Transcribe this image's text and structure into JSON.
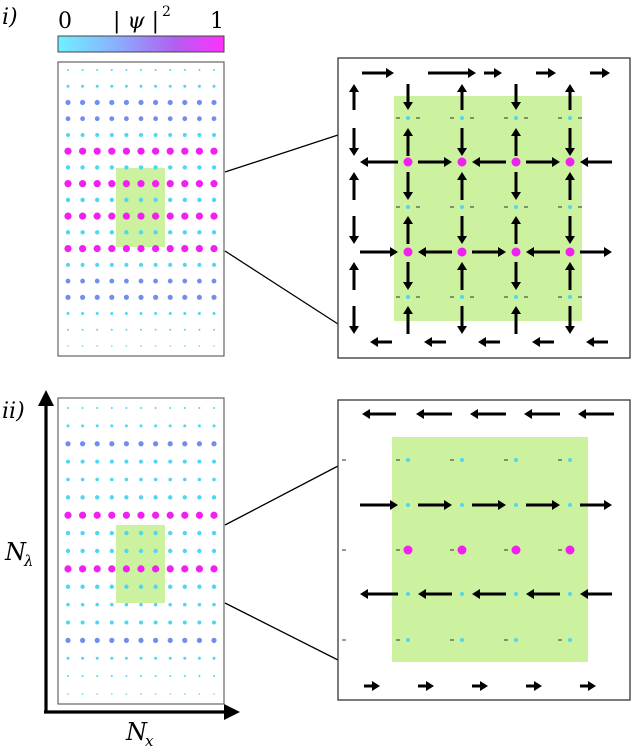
{
  "panel_labels": {
    "i": "i)",
    "ii": "ii)"
  },
  "colorbar": {
    "min_label": "0",
    "max_label": "1",
    "title": "| ψ |",
    "title_sup": "2",
    "gradient": [
      "#6ff0ff",
      "#8ab0ff",
      "#b060f0",
      "#ff30ff"
    ]
  },
  "axes": {
    "y_label": "N",
    "y_sub": "λ",
    "x_label": "N",
    "x_sub": "x"
  },
  "colors": {
    "cyan_dot": "#4fd6f2",
    "blue_dot": "#6f8ef0",
    "magenta_dot": "#f020f0",
    "region_fill": "#ccf2a0",
    "arrow": "#000000"
  },
  "lattices": {
    "i": {
      "rows": [
        {
          "c": "cyan",
          "s": 1
        },
        {
          "c": "cyan",
          "s": 1.5
        },
        {
          "c": "blue",
          "s": 2.6
        },
        {
          "c": "blue",
          "s": 2.4
        },
        {
          "c": "cyan",
          "s": 2
        },
        {
          "c": "magenta",
          "s": 3.6
        },
        {
          "c": "cyan",
          "s": 2.2
        },
        {
          "c": "magenta",
          "s": 3.6
        },
        {
          "c": "cyan",
          "s": 2.2
        },
        {
          "c": "magenta",
          "s": 3.6
        },
        {
          "c": "cyan",
          "s": 2.2
        },
        {
          "c": "magenta",
          "s": 3.6
        },
        {
          "c": "cyan",
          "s": 2
        },
        {
          "c": "blue",
          "s": 2.4
        },
        {
          "c": "blue",
          "s": 2.6
        },
        {
          "c": "cyan",
          "s": 1.5
        },
        {
          "c": "cyan",
          "s": 1
        },
        {
          "c": "cyan",
          "s": 0.8
        }
      ]
    },
    "ii": {
      "rows": [
        {
          "c": "cyan",
          "s": 1
        },
        {
          "c": "cyan",
          "s": 1.5
        },
        {
          "c": "blue",
          "s": 2.6
        },
        {
          "c": "cyan",
          "s": 2
        },
        {
          "c": "cyan",
          "s": 1.8
        },
        {
          "c": "cyan",
          "s": 2.2
        },
        {
          "c": "magenta",
          "s": 3.6
        },
        {
          "c": "cyan",
          "s": 2.2
        },
        {
          "c": "cyan",
          "s": 2.2
        },
        {
          "c": "magenta",
          "s": 3.6
        },
        {
          "c": "cyan",
          "s": 2.2
        },
        {
          "c": "cyan",
          "s": 1.8
        },
        {
          "c": "cyan",
          "s": 2
        },
        {
          "c": "blue",
          "s": 2.6
        },
        {
          "c": "cyan",
          "s": 1.5
        },
        {
          "c": "cyan",
          "s": 1
        },
        {
          "c": "cyan",
          "s": 0.8
        }
      ]
    }
  }
}
